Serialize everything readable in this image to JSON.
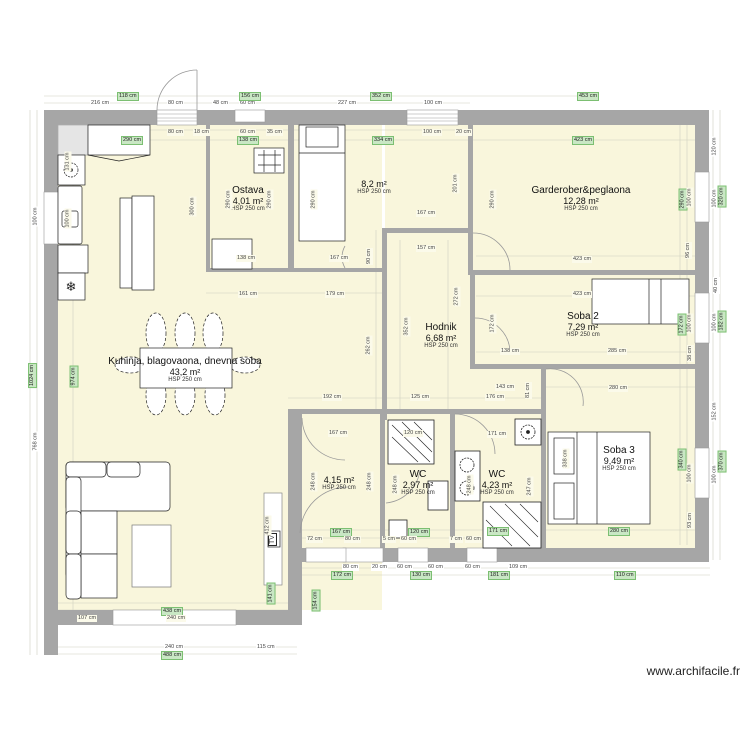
{
  "app": {
    "watermark": "www.archifacile.fr"
  },
  "colors": {
    "wall": "#a6a6a6",
    "floor": "#f9f6dc",
    "dim_green_bg": "#c9e7c4",
    "dim_green_border": "#7cbf72",
    "furniture": "#ffffff",
    "line": "#222222"
  },
  "rooms": [
    {
      "id": "kitchen",
      "name": "Kuhinja, blagovaona, dnevna soba",
      "area": "43,2 m²",
      "hsp": "HSP 250 cm"
    },
    {
      "id": "ostava",
      "name": "Ostava",
      "area": "4,01 m²",
      "hsp": "HSP 250 cm"
    },
    {
      "id": "room82",
      "name": "",
      "area": "8,2 m²",
      "hsp": "HSP 250 cm"
    },
    {
      "id": "garderober",
      "name": "Garderober&peglaona",
      "area": "12,28 m²",
      "hsp": "HSP 250 cm"
    },
    {
      "id": "hodnik",
      "name": "Hodnik",
      "area": "6,68 m²",
      "hsp": "HSP 250 cm"
    },
    {
      "id": "soba2",
      "name": "Soba 2",
      "area": "7,29 m²",
      "hsp": "HSP 250 cm"
    },
    {
      "id": "room415",
      "name": "",
      "area": "4,15 m²",
      "hsp": "HSP 250 cm"
    },
    {
      "id": "wc1",
      "name": "WC",
      "area": "2,97 m²",
      "hsp": "HSP 250 cm"
    },
    {
      "id": "wc2",
      "name": "WC",
      "area": "4,23 m²",
      "hsp": "HSP 250 cm"
    },
    {
      "id": "soba3",
      "name": "Soba 3",
      "area": "9,49 m²",
      "hsp": "HSP 250 cm"
    }
  ],
  "dimensions": {
    "top_outer": [
      "216 cm",
      "80 cm",
      "48 cm",
      "60 cm",
      "227 cm",
      "100 cm"
    ],
    "top_green": [
      "118 cm",
      "156 cm",
      "352 cm",
      "453 cm"
    ],
    "top_inner": [
      "80 cm",
      "18 cm",
      "60 cm",
      "35 cm",
      "100 cm",
      "20 cm"
    ],
    "inner_green": [
      "290 cm",
      "138 cm",
      "334 cm",
      "423 cm"
    ],
    "kitchen": [
      "131 cm",
      "100 cm",
      "100 cm",
      "300 cm",
      "161 cm",
      "179 cm",
      "262 cm",
      "192 cm",
      "974 cm",
      "438 cm",
      "107 cm",
      "240 cm",
      "412 cm",
      "141 cm"
    ],
    "ostava": [
      "290 cm",
      "290 cm",
      "138 cm"
    ],
    "room82": [
      "290 cm",
      "167 cm",
      "167 cm",
      "90 cm",
      "201 cm"
    ],
    "garderober": [
      "290 cm",
      "423 cm",
      "290 cm",
      "100 cm",
      "96 cm"
    ],
    "hodnik": [
      "157 cm",
      "352 cm",
      "272 cm",
      "125 cm",
      "176 cm",
      "143 cm",
      "81 cm"
    ],
    "soba2": [
      "423 cm",
      "172 cm",
      "138 cm",
      "285 cm",
      "172 cm",
      "100 cm",
      "38 cm"
    ],
    "soba3": [
      "280 cm",
      "338 cm",
      "340 cm",
      "100 cm",
      "93 cm",
      "280 cm"
    ],
    "room415": [
      "167 cm",
      "248 cm",
      "248 cm",
      "167 cm",
      "72 cm",
      "80 cm"
    ],
    "wc1": [
      "120 cm",
      "248 cm",
      "120 cm",
      "5 cm",
      "60 cm"
    ],
    "wc2": [
      "171 cm",
      "247 cm",
      "248 cm",
      "171 cm",
      "7 cm",
      "60 cm"
    ],
    "right_outer": [
      "120 cm",
      "100 cm",
      "40 cm",
      "100 cm",
      "152 cm",
      "100 cm"
    ],
    "right_green": [
      "320 cm",
      "182 cm",
      "370 cm"
    ],
    "left_outer": [
      "100 cm",
      "1024 cm",
      "768 cm"
    ],
    "bottom_outer": [
      "80 cm",
      "20 cm",
      "60 cm",
      "60 cm",
      "60 cm",
      "109 cm",
      "240 cm",
      "115 cm"
    ],
    "bottom_green": [
      "172 cm",
      "130 cm",
      "181 cm",
      "110 cm",
      "488 cm",
      "154 cm"
    ]
  },
  "furniture": {
    "tv_label": "TV"
  }
}
